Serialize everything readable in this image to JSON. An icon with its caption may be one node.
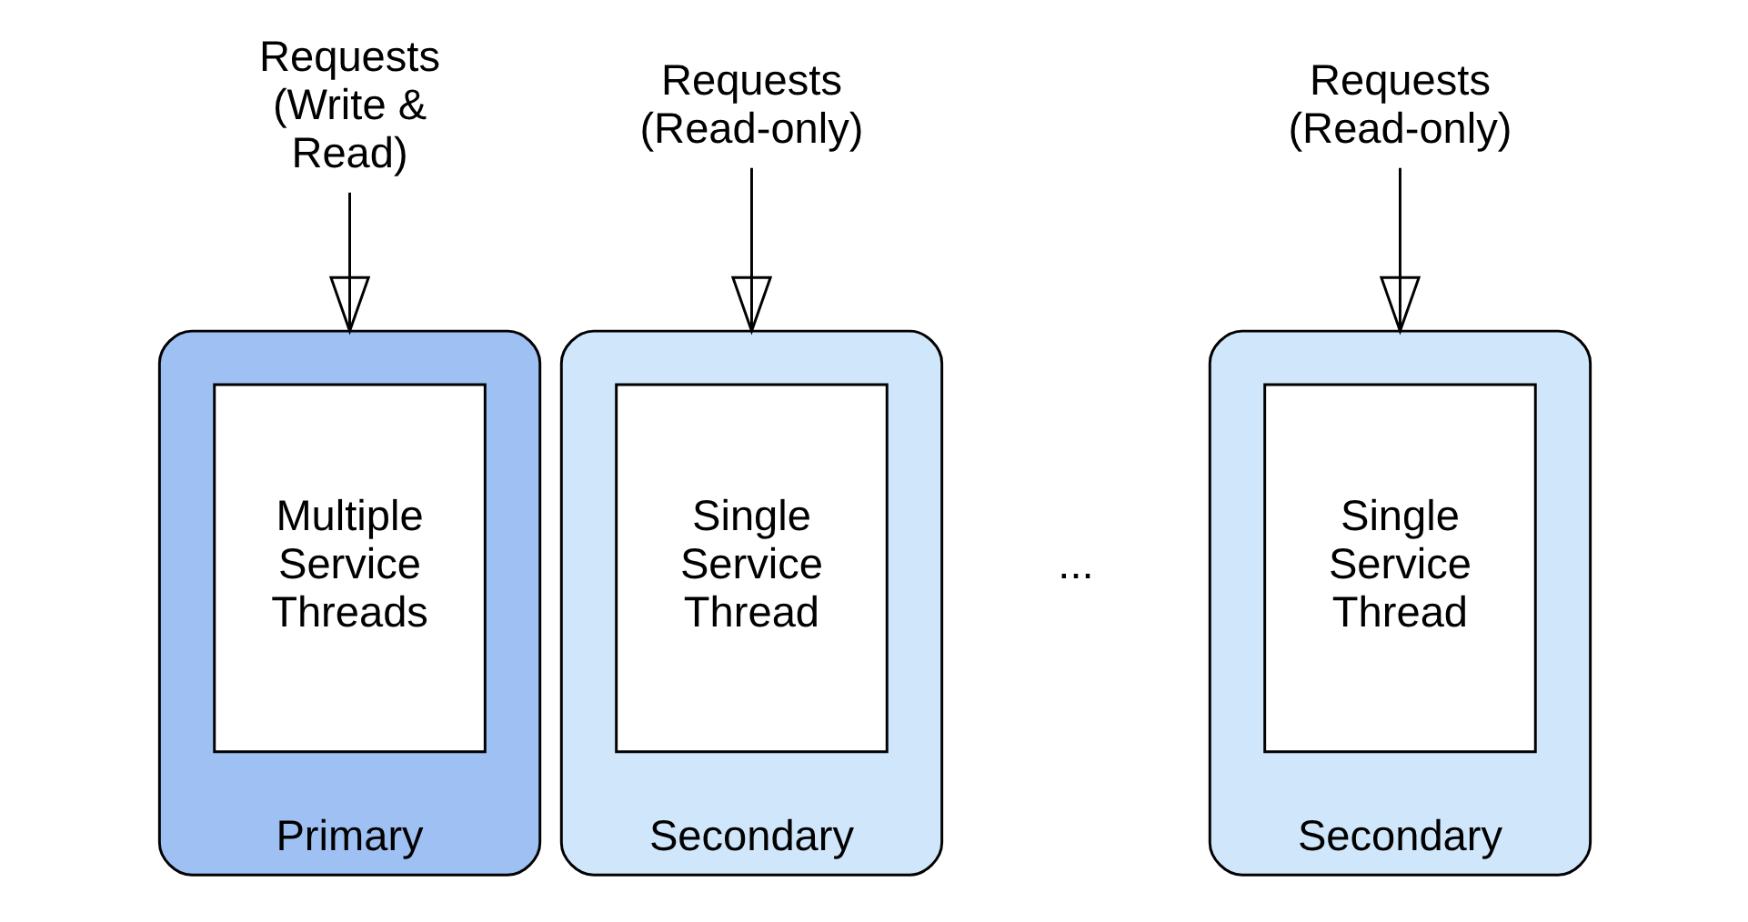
{
  "diagram": {
    "nodes": [
      {
        "text": [
          "Requests (Write & Read)"
        ]
      },
      {
        "text": [
          "Primary"
        ]
      },
      {
        "text": [
          "Multiple Service Threads"
        ],
        "in": 1
      },
      {
        "text": [
          "Requests (Read-only)"
        ]
      },
      {
        "text": [
          "Secondary"
        ]
      },
      {
        "text": [
          "Single Service Thread"
        ],
        "in": 4
      },
      {
        "text": [
          "Requests (Read-only)"
        ]
      },
      {
        "text": [
          "Secondary"
        ]
      },
      {
        "text": [
          "Single Service Thread"
        ],
        "in": 7
      }
    ],
    "edges": [
      {
        "from": 0,
        "to": 1,
        "arrow": "to"
      },
      {
        "from": 3,
        "to": 4,
        "arrow": "to"
      },
      {
        "from": 6,
        "to": 7,
        "arrow": "to"
      }
    ],
    "labels": [
      "..."
    ]
  }
}
